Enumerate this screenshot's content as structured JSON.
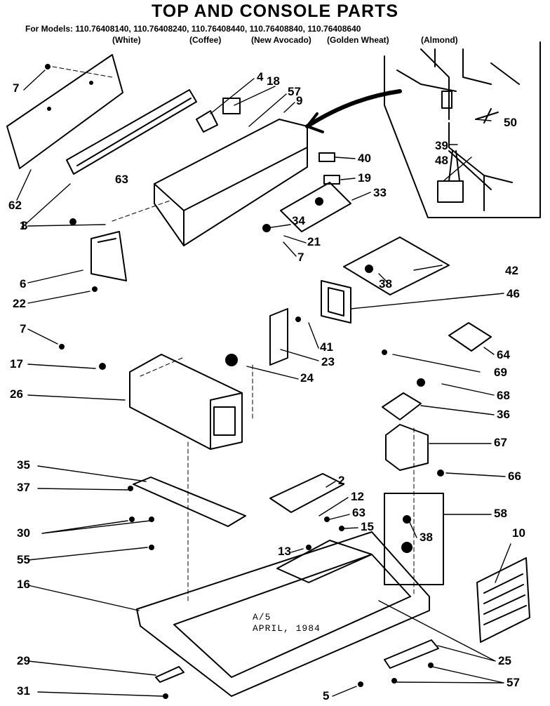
{
  "title": "TOP AND CONSOLE PARTS",
  "models_line": "For Models: 110.76408140, 110.76408240, 110.76408440, 110.76408840, 110.76408640",
  "colors": [
    "(White)",
    "(Coffee)",
    "(New Avocado)",
    "(Golden Wheat)",
    "(Almond)"
  ],
  "stamp": [
    "A/5",
    "APRIL, 1984"
  ],
  "callouts": [
    "7",
    "4",
    "18",
    "57",
    "9",
    "40",
    "19",
    "33",
    "50",
    "39",
    "48",
    "62",
    "63",
    "1",
    "8",
    "34",
    "21",
    "7",
    "6",
    "22",
    "42",
    "38",
    "46",
    "7",
    "41",
    "64",
    "17",
    "23",
    "69",
    "24",
    "26",
    "68",
    "36",
    "67",
    "66",
    "35",
    "2",
    "37",
    "12",
    "63",
    "58",
    "15",
    "38",
    "30",
    "13",
    "10",
    "55",
    "16",
    "29",
    "25",
    "31",
    "5",
    "57"
  ]
}
